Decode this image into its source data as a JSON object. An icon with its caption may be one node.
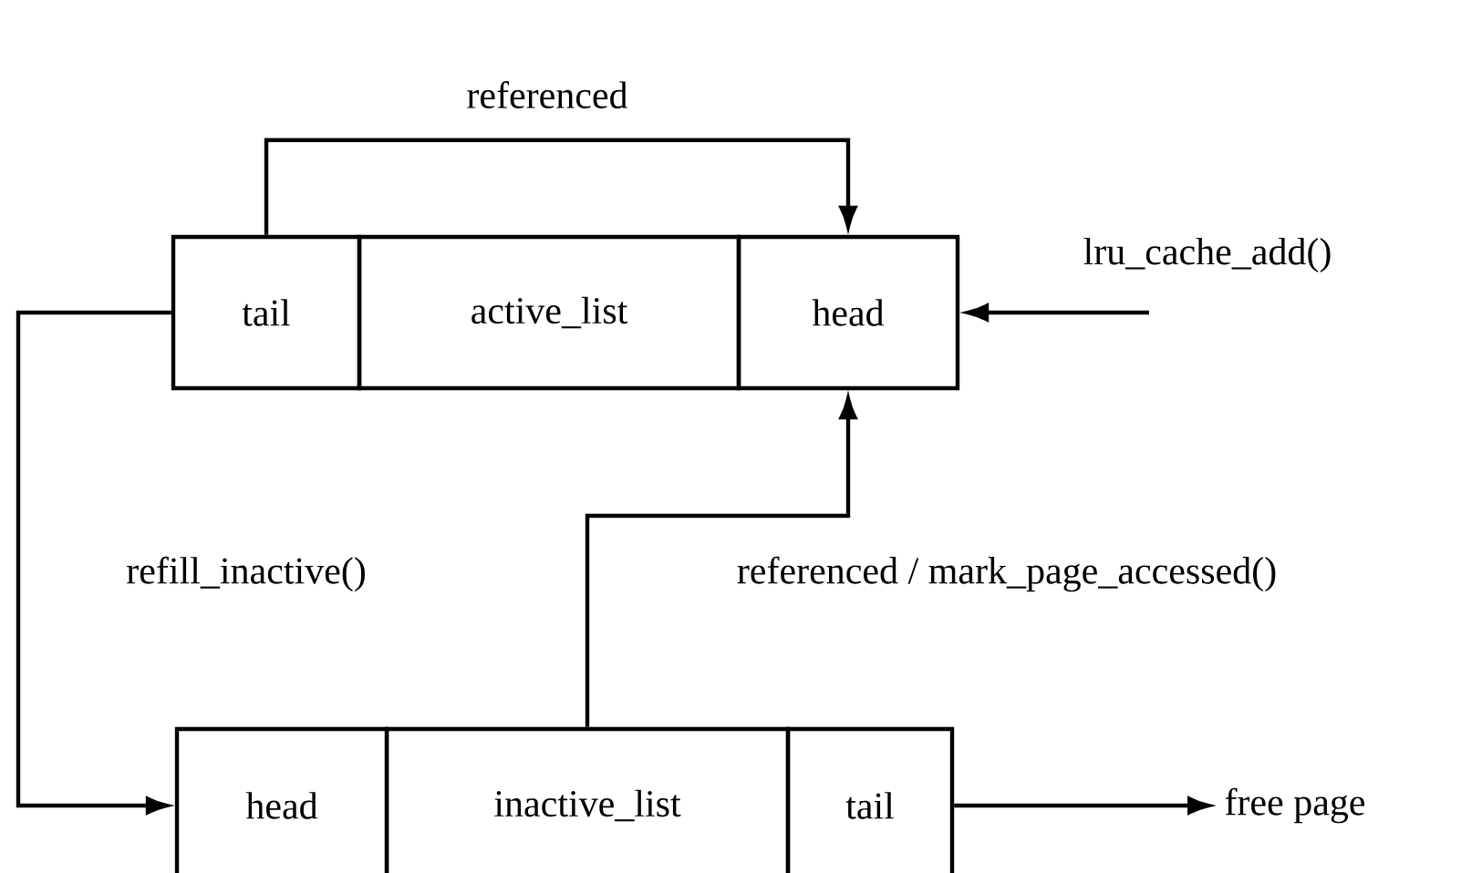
{
  "diagram": {
    "nodes": [
      {
        "text": [
          "tail"
        ]
      },
      {
        "text": [
          "active_list"
        ]
      },
      {
        "text": [
          "head"
        ]
      },
      {
        "text": [
          "head"
        ]
      },
      {
        "text": [
          "inactive_list"
        ]
      },
      {
        "text": [
          "tail"
        ]
      },
      {
        "text": [
          "free page"
        ]
      }
    ],
    "edges": [
      {
        "from": 0,
        "to": 2,
        "arrow": "to",
        "label": "referenced"
      },
      {
        "from": null,
        "to": 2,
        "arrow": "to",
        "label": "lru_cache_add()"
      },
      {
        "from": 0,
        "to": 3,
        "arrow": "to",
        "label": "refill_inactive()"
      },
      {
        "from": 4,
        "to": 2,
        "arrow": "to",
        "label": "referenced / mark_page_accessed()"
      },
      {
        "from": 5,
        "to": 6,
        "arrow": "to"
      }
    ]
  }
}
